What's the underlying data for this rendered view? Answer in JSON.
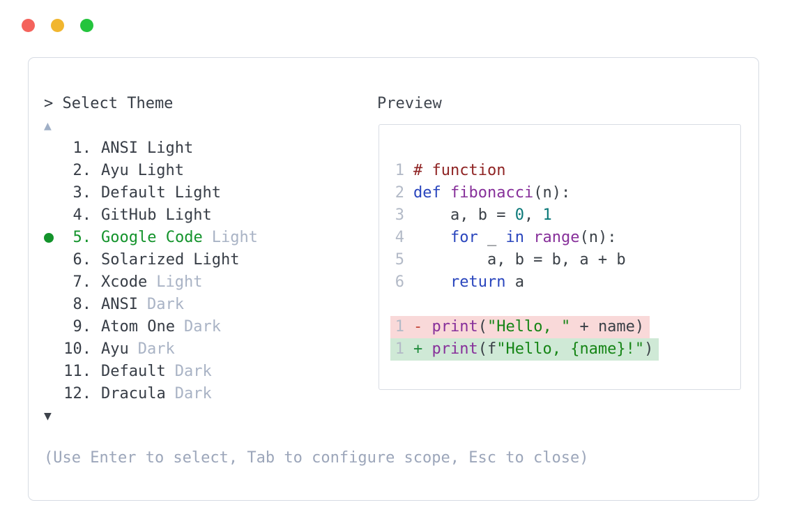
{
  "window": {
    "traffic_lights": [
      {
        "name": "close",
        "color": "#f4635c"
      },
      {
        "name": "minimize",
        "color": "#f1b62f"
      },
      {
        "name": "maximize",
        "color": "#24c43d"
      }
    ]
  },
  "palette": {
    "text_dark": "#373d46",
    "faded": "#a9b3c5",
    "hint": "#9ca6ba",
    "selected_green": "#13932b",
    "arrow_disabled": "#9fafc6",
    "arrow_enabled": "#3e434b",
    "panel_border": "#d6dbe3",
    "lineno": "#b3bac7",
    "plain": "#3a4047",
    "comment": "#8f2424",
    "keyword": "#2945bd",
    "func": "#87309a",
    "number": "#0a7878",
    "string": "#168516",
    "minus": "#c4473a",
    "plus": "#1f8b3b",
    "removed_bg": "#f9d9d9",
    "added_bg": "#cfe9d6"
  },
  "prompt": {
    "label": "> Select Theme"
  },
  "scroll": {
    "up_icon": "▲",
    "down_icon": "▼"
  },
  "theme_list": {
    "items": [
      {
        "number": "1",
        "name": "ANSI",
        "variant": "Light",
        "selected": false,
        "variant_faded": false
      },
      {
        "number": "2",
        "name": "Ayu",
        "variant": "Light",
        "selected": false,
        "variant_faded": false
      },
      {
        "number": "3",
        "name": "Default",
        "variant": "Light",
        "selected": false,
        "variant_faded": false
      },
      {
        "number": "4",
        "name": "GitHub",
        "variant": "Light",
        "selected": false,
        "variant_faded": false
      },
      {
        "number": "5",
        "name": "Google Code",
        "variant": "Light",
        "selected": true,
        "variant_faded": true
      },
      {
        "number": "6",
        "name": "Solarized",
        "variant": "Light",
        "selected": false,
        "variant_faded": false
      },
      {
        "number": "7",
        "name": "Xcode",
        "variant": "Light",
        "selected": false,
        "variant_faded": true
      },
      {
        "number": "8",
        "name": "ANSI",
        "variant": "Dark",
        "selected": false,
        "variant_faded": true
      },
      {
        "number": "9",
        "name": "Atom One",
        "variant": "Dark",
        "selected": false,
        "variant_faded": true
      },
      {
        "number": "10",
        "name": "Ayu",
        "variant": "Dark",
        "selected": false,
        "variant_faded": true
      },
      {
        "number": "11",
        "name": "Default",
        "variant": "Dark",
        "selected": false,
        "variant_faded": true
      },
      {
        "number": "12",
        "name": "Dracula",
        "variant": "Dark",
        "selected": false,
        "variant_faded": true
      }
    ]
  },
  "preview": {
    "label": "Preview",
    "code_lines": [
      {
        "num": "1",
        "segments": [
          {
            "t": "# function",
            "c": "comment"
          }
        ]
      },
      {
        "num": "2",
        "segments": [
          {
            "t": "def",
            "c": "keyword"
          },
          {
            "t": " ",
            "c": "plain"
          },
          {
            "t": "fibonacci",
            "c": "func"
          },
          {
            "t": "(n):",
            "c": "plain"
          }
        ]
      },
      {
        "num": "3",
        "segments": [
          {
            "t": "    a, b = ",
            "c": "plain"
          },
          {
            "t": "0",
            "c": "number"
          },
          {
            "t": ", ",
            "c": "plain"
          },
          {
            "t": "1",
            "c": "number"
          }
        ]
      },
      {
        "num": "4",
        "segments": [
          {
            "t": "    ",
            "c": "plain"
          },
          {
            "t": "for",
            "c": "keyword"
          },
          {
            "t": " _ ",
            "c": "plain"
          },
          {
            "t": "in",
            "c": "keyword"
          },
          {
            "t": " ",
            "c": "plain"
          },
          {
            "t": "range",
            "c": "func"
          },
          {
            "t": "(n):",
            "c": "plain"
          }
        ]
      },
      {
        "num": "5",
        "segments": [
          {
            "t": "        a, b = b, a + b",
            "c": "plain"
          }
        ]
      },
      {
        "num": "6",
        "segments": [
          {
            "t": "    ",
            "c": "plain"
          },
          {
            "t": "return",
            "c": "keyword"
          },
          {
            "t": " a",
            "c": "plain"
          }
        ]
      }
    ],
    "diff_lines": [
      {
        "num": "1",
        "kind": "removed",
        "segments": [
          {
            "t": "- ",
            "c": "minus"
          },
          {
            "t": "print",
            "c": "func"
          },
          {
            "t": "(",
            "c": "plain"
          },
          {
            "t": "\"Hello, \"",
            "c": "string"
          },
          {
            "t": " + name)",
            "c": "plain"
          }
        ]
      },
      {
        "num": "1",
        "kind": "added",
        "segments": [
          {
            "t": "+ ",
            "c": "plus"
          },
          {
            "t": "print",
            "c": "func"
          },
          {
            "t": "(f",
            "c": "plain"
          },
          {
            "t": "\"Hello, {name}!\"",
            "c": "string"
          },
          {
            "t": ")",
            "c": "plain"
          }
        ]
      }
    ]
  },
  "footer": {
    "hint": "(Use Enter to select, Tab to configure scope, Esc to close)"
  }
}
